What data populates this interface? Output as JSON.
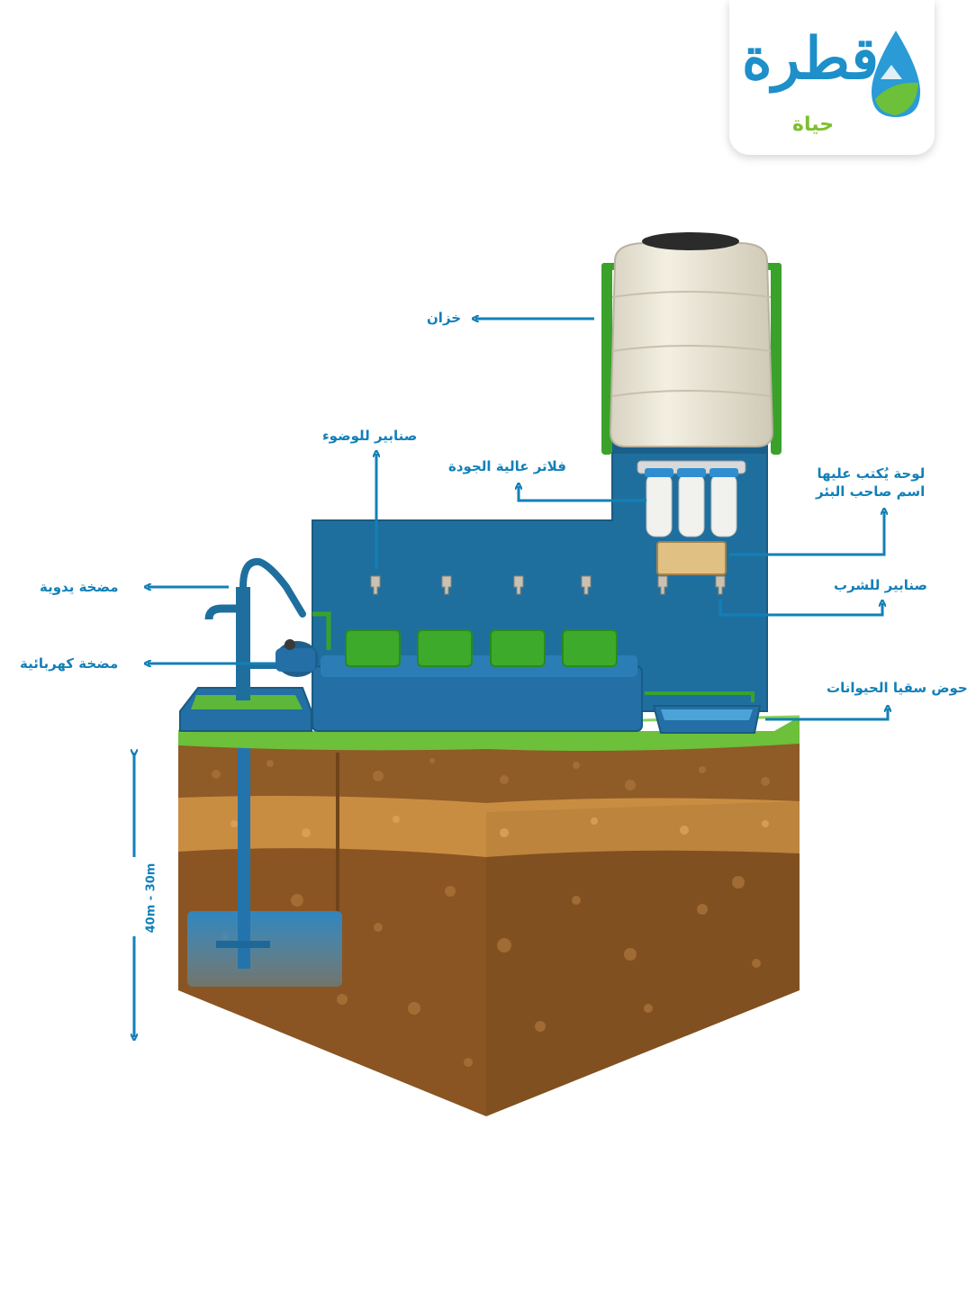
{
  "logo": {
    "title": "قطرة",
    "subtitle": "حياة"
  },
  "labels": {
    "tank": "خزان",
    "ablution_taps": "صنابير للوضوء",
    "filters": "فلاتر عالية الجودة",
    "name_plate_line1": "لوحة يُكتب عليها",
    "name_plate_line2": "اسم صاحب البئر",
    "hand_pump": "مضخة يدوية",
    "electric_pump": "مضخة كهربائية",
    "drinking_taps": "صنابير للشرب",
    "animal_trough": "حوض سقيا الحيوانات",
    "depth": "40m - 30m"
  },
  "colors": {
    "accent_blue": "#1280b8",
    "structure_blue": "#1f6f9e",
    "grass_green": "#6cc03a",
    "soil_brown": "#8c5a26",
    "sand_layer": "#c68b3f",
    "logo_green": "#7fbf2f"
  }
}
